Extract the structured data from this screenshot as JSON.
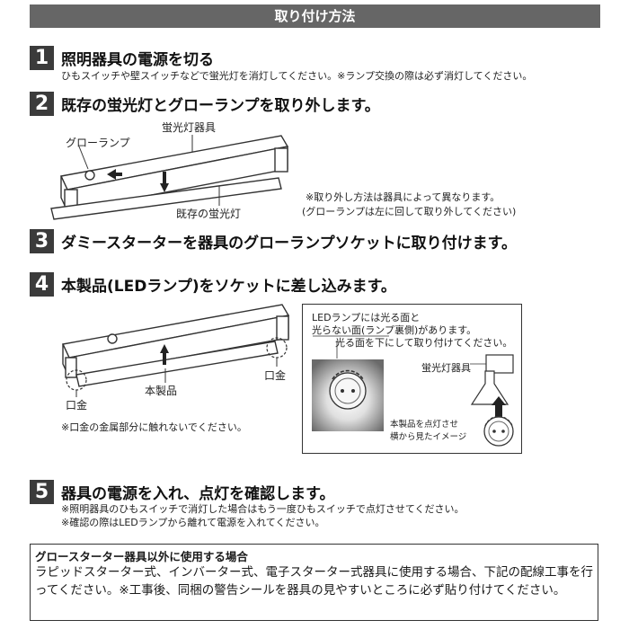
{
  "header": {
    "title": "取り付け方法"
  },
  "steps": [
    {
      "num": "1",
      "title": "照明器具の電源を切る",
      "note": "ひもスイッチや壁スイッチなどで蛍光灯を消灯してください。※ランプ交換の際は必ず消灯してください。"
    },
    {
      "num": "2",
      "title": "既存の蛍光灯とグローランプを取り外します。",
      "labels": {
        "glow_lamp": "グローランプ",
        "fixture": "蛍光灯器具",
        "existing_lamp": "既存の蛍光灯"
      },
      "notes": [
        "※取り外し方法は器具によって異なります。",
        "(グローランプは左に回して取り外してください)"
      ]
    },
    {
      "num": "3",
      "title": "ダミースターターを器具のグローランプソケットに取り付けます。"
    },
    {
      "num": "4",
      "title": "本製品(LEDランプ)をソケットに差し込みます。",
      "labels": {
        "cap_left": "口金",
        "cap_right": "口金",
        "product": "本製品",
        "note": "※口金の金属部分に触れないでください。"
      },
      "inset": {
        "line1": "LEDランプには光る面と",
        "line2": "光らない面(ランプ裏側)があります。",
        "line3": "光る面を下にして取り付けてください。",
        "fixture": "蛍光灯器具",
        "side_view1": "本製品を点灯させ",
        "side_view2": "横から見たイメージ"
      }
    },
    {
      "num": "5",
      "title": "器具の電源を入れ、点灯を確認します。",
      "notes": [
        "※照明器具のひもスイッチで消灯した場合はもう一度ひもスイッチで点灯させてください。",
        "※確認の際はLEDランプから離れて電源を入れてください。"
      ]
    }
  ],
  "warning": {
    "title": "グロースターター器具以外に使用する場合",
    "body": "ラピッドスターター式、インバーター式、電子スターター式器具に使用する場合、下記の配線工事を行ってください。※工事後、同梱の警告シールを器具の見やすいところに必ず貼り付けてください。"
  }
}
